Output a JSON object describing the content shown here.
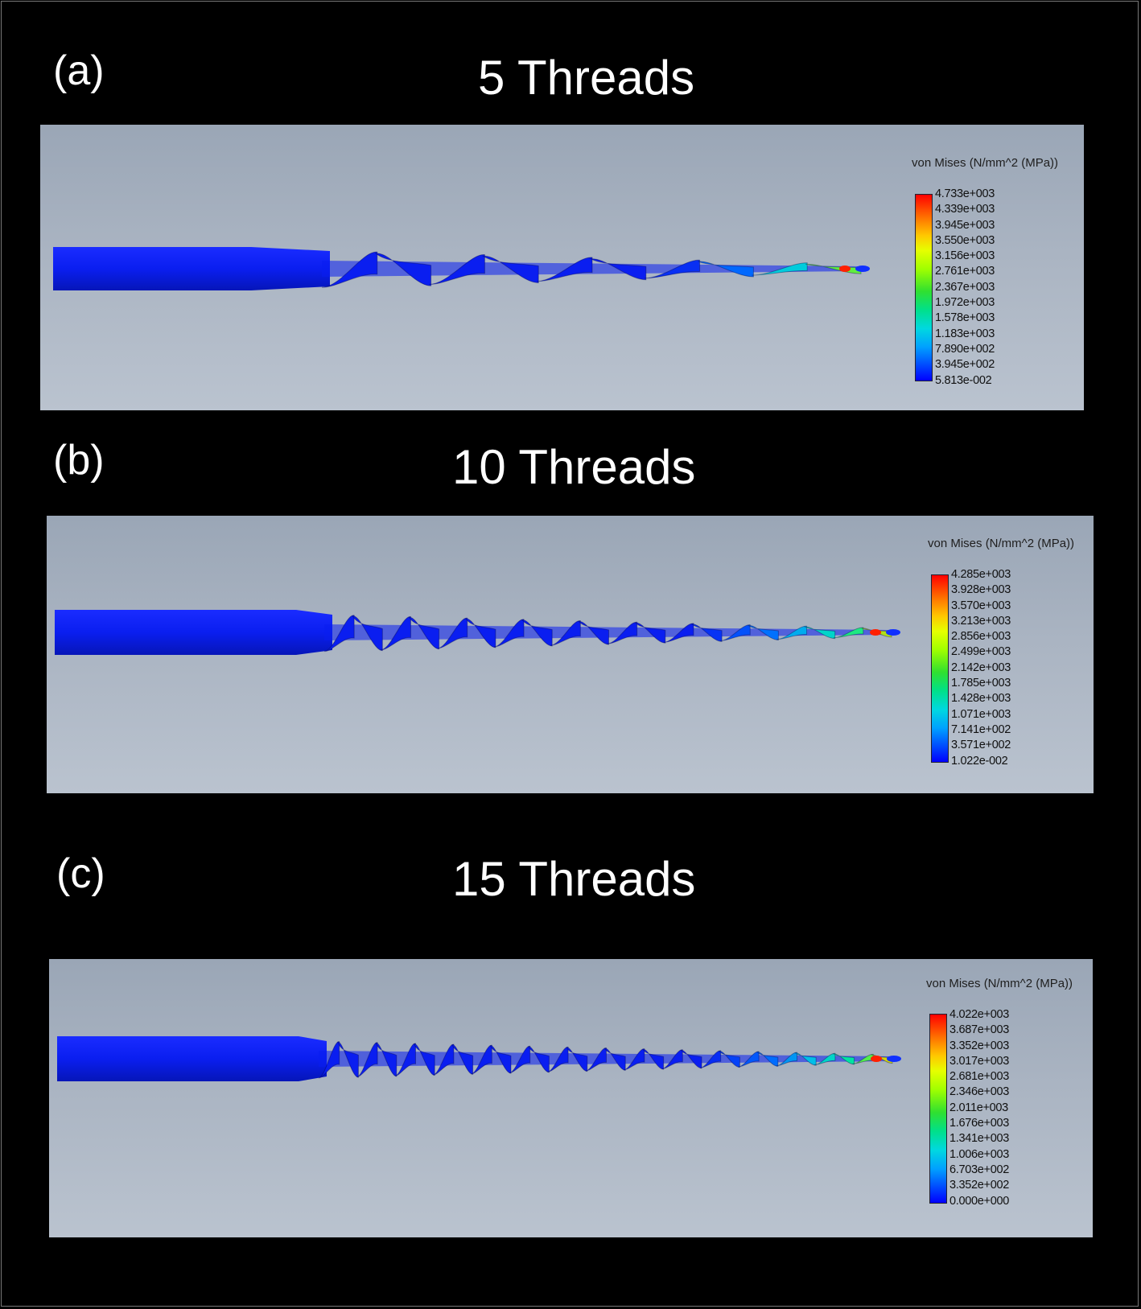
{
  "panels": [
    {
      "letter": "(a)",
      "title": "5 Threads",
      "legend_title": "von Mises (N/mm^2 (MPa))",
      "legend_values": [
        "4.733e+003",
        "4.339e+003",
        "3.945e+003",
        "3.550e+003",
        "3.156e+003",
        "2.761e+003",
        "2.367e+003",
        "1.972e+003",
        "1.578e+003",
        "1.183e+003",
        "7.890e+002",
        "3.945e+002",
        "5.813e-002"
      ]
    },
    {
      "letter": "(b)",
      "title": "10 Threads",
      "legend_title": "von Mises (N/mm^2 (MPa))",
      "legend_values": [
        "4.285e+003",
        "3.928e+003",
        "3.570e+003",
        "3.213e+003",
        "2.856e+003",
        "2.499e+003",
        "2.142e+003",
        "1.785e+003",
        "1.428e+003",
        "1.071e+003",
        "7.141e+002",
        "3.571e+002",
        "1.022e-002"
      ]
    },
    {
      "letter": "(c)",
      "title": "15 Threads",
      "legend_title": "von Mises (N/mm^2 (MPa))",
      "legend_values": [
        "4.022e+003",
        "3.687e+003",
        "3.352e+003",
        "3.017e+003",
        "2.681e+003",
        "2.346e+003",
        "2.011e+003",
        "1.676e+003",
        "1.341e+003",
        "1.006e+003",
        "6.703e+002",
        "3.352e+002",
        "0.000e+000"
      ]
    }
  ],
  "colors": {
    "background": "#000000",
    "viewport": "#aab4c2",
    "low_stress": "#0a1ef0",
    "mid_stress": "#00e0d0",
    "high_stress": "#ff2000"
  }
}
